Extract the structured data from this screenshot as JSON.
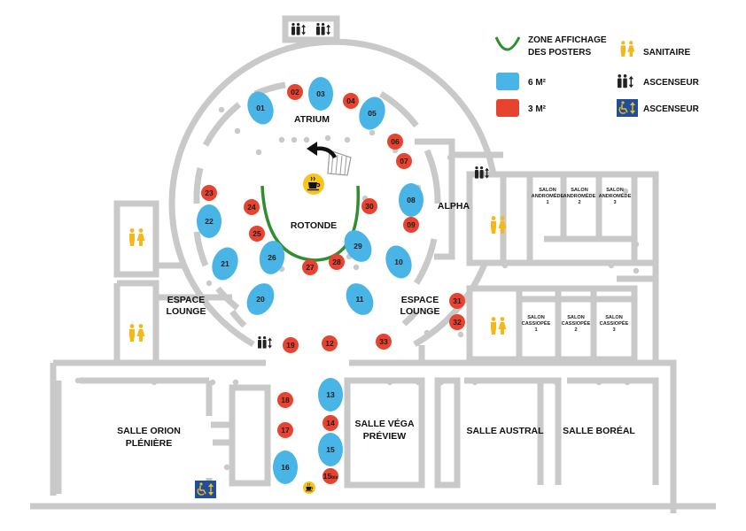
{
  "colors": {
    "wall": "#c9c9c9",
    "stand_6m2": "#49b5e6",
    "stand_3m2": "#e8432f",
    "poster_zone": "#2f8f2f",
    "sanitaire": "#f3b81a",
    "ascenseur_pmr": "#1f4f9c",
    "coffee": "#f7c51a"
  },
  "legend": {
    "poster_zone": "ZONE AFFICHAGE\nDES POSTERS",
    "stand_6m2": "6 M²",
    "stand_3m2": "3 M²",
    "sanitaire": "SANITAIRE",
    "ascenseur": "ASCENSEUR",
    "ascenseur_pmr": "ASCENSEUR"
  },
  "rooms": {
    "atrium": "ATRIUM",
    "rotonde": "ROTONDE",
    "alpha": "ALPHA",
    "espace_lounge_left": "ESPACE\nLOUNGE",
    "espace_lounge_right": "ESPACE\nLOUNGE",
    "salle_orion": "SALLE ORION\nPLÉNIÈRE",
    "salle_vega": "SALLE VÉGA\nPRÉVIEW",
    "salle_austral": "SALLE AUSTRAL",
    "salle_boreal": "SALLE BORÉAL",
    "salon_andromede": [
      "SALON\nANDROMÈDE\n1",
      "SALON\nANDROMÈDE\n2",
      "SALON\nANDROMÈDE\n3"
    ],
    "salon_cassiopee": [
      "SALON\nCASSIOPÉE\n1",
      "SALON\nCASSIOPÉE\n2",
      "SALON\nCASSIOPÉE\n3"
    ]
  },
  "stands": [
    {
      "id": "01",
      "size": "6m2"
    },
    {
      "id": "02",
      "size": "3m2"
    },
    {
      "id": "03",
      "size": "6m2"
    },
    {
      "id": "04",
      "size": "3m2"
    },
    {
      "id": "05",
      "size": "6m2"
    },
    {
      "id": "06",
      "size": "3m2"
    },
    {
      "id": "07",
      "size": "3m2"
    },
    {
      "id": "08",
      "size": "6m2"
    },
    {
      "id": "09",
      "size": "3m2"
    },
    {
      "id": "10",
      "size": "6m2"
    },
    {
      "id": "11",
      "size": "6m2"
    },
    {
      "id": "12",
      "size": "3m2"
    },
    {
      "id": "13",
      "size": "6m2"
    },
    {
      "id": "14",
      "size": "3m2"
    },
    {
      "id": "15",
      "size": "6m2"
    },
    {
      "id": "15bis",
      "size": "3m2"
    },
    {
      "id": "16",
      "size": "6m2"
    },
    {
      "id": "17",
      "size": "3m2"
    },
    {
      "id": "18",
      "size": "3m2"
    },
    {
      "id": "19",
      "size": "3m2"
    },
    {
      "id": "20",
      "size": "6m2"
    },
    {
      "id": "21",
      "size": "6m2"
    },
    {
      "id": "22",
      "size": "6m2"
    },
    {
      "id": "23",
      "size": "3m2"
    },
    {
      "id": "24",
      "size": "3m2"
    },
    {
      "id": "25",
      "size": "3m2"
    },
    {
      "id": "26",
      "size": "6m2"
    },
    {
      "id": "27",
      "size": "3m2"
    },
    {
      "id": "28",
      "size": "3m2"
    },
    {
      "id": "29",
      "size": "6m2"
    },
    {
      "id": "30",
      "size": "3m2"
    },
    {
      "id": "31",
      "size": "3m2"
    },
    {
      "id": "32",
      "size": "3m2"
    },
    {
      "id": "33",
      "size": "3m2"
    }
  ],
  "stand_labels": {
    "15bis": "15bis"
  }
}
